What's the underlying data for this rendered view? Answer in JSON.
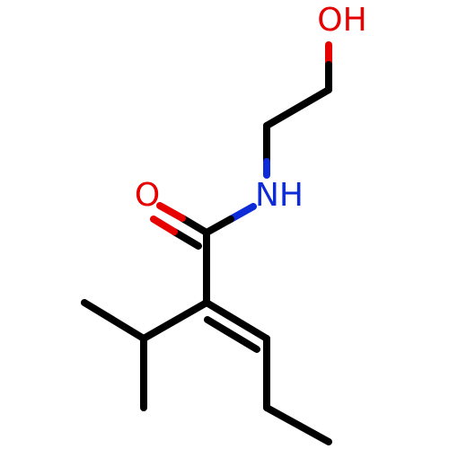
{
  "molecule": {
    "atoms": {
      "hydroxyl_o": {
        "symbol": "OH",
        "color": "#e60000"
      },
      "carbonyl_o": {
        "symbol": "O",
        "color": "#e60000"
      },
      "amide_n": {
        "symbol": "NH",
        "color": "#0d2bd6"
      }
    }
  }
}
